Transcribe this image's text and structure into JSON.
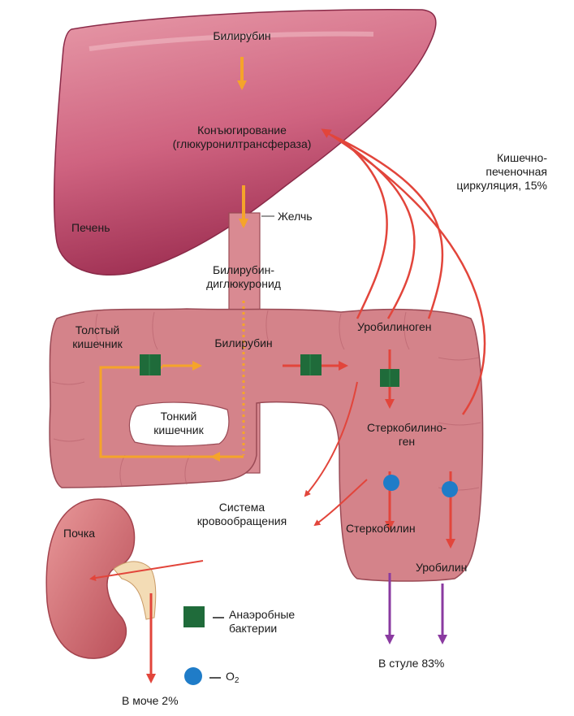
{
  "labels": {
    "bilirubin_top": "Билирубин",
    "conjugation_1": "Конъюгирование",
    "conjugation_2": "(глюкуронилтрансфераза)",
    "liver": "Печень",
    "bile": "Желчь",
    "diglucuronide_1": "Билирубин-",
    "diglucuronide_2": "диглюкуронид",
    "ehc_1": "Кишечно-",
    "ehc_2": "печеночная",
    "ehc_3": "циркуляция, 15%",
    "large_intestine_1": "Толстый",
    "large_intestine_2": "кишечник",
    "bilirubin_mid": "Билирубин",
    "urobilinogen": "Уробилиноген",
    "small_intestine_1": "Тонкий",
    "small_intestine_2": "кишечник",
    "stercobilinogen_1": "Стеркобилино-",
    "stercobilinogen_2": "ген",
    "circulation_1": "Система",
    "circulation_2": "кровообращения",
    "stercobilin": "Стеркобилин",
    "kidney": "Почка",
    "urobilin": "Уробилин",
    "legend_bacteria_1": "Анаэробные",
    "legend_bacteria_2": "бактерии",
    "legend_oxygen": "O",
    "legend_oxygen_sub": "2",
    "urine": "В моче 2%",
    "stool": "В стуле 83%"
  },
  "colors": {
    "liver": "#c6546f",
    "intestine": "#d4838a",
    "kidney": "#d27577",
    "red_arrow": "#e2453b",
    "orange_arrow": "#f5a42a",
    "purple_arrow": "#8a3aa0",
    "bacteria": "#1f6b3a",
    "oxygen": "#1f7cc8"
  }
}
